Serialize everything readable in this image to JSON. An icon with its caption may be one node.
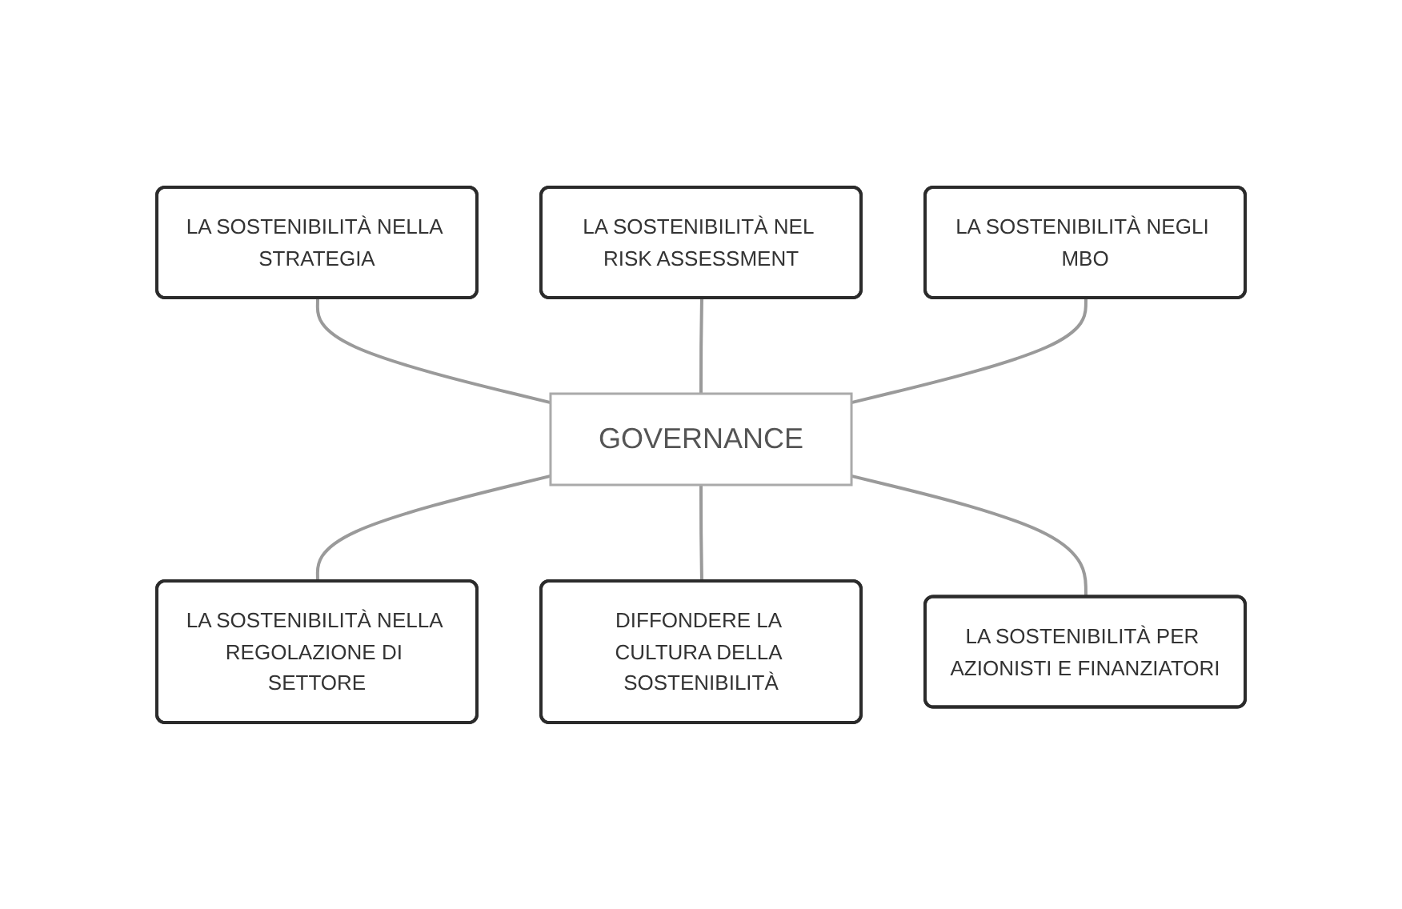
{
  "diagram": {
    "nodes": [
      {
        "text": [
          "LA SOSTENIBILITÀ NELLA STRATEGIA"
        ]
      },
      {
        "text": [
          "LA SOSTENIBILITÀ NEL RISK ASSESSMENT"
        ]
      },
      {
        "text": [
          "LA SOSTENIBILITÀ NEGLI MBO"
        ]
      },
      {
        "text": [
          "GOVERNANCE"
        ]
      },
      {
        "text": [
          "LA SOSTENIBILITÀ NELLA REGOLAZIONE DI SETTORE"
        ]
      },
      {
        "text": [
          "DIFFONDERE LA CULTURA DELLA SOSTENIBILITÀ"
        ]
      },
      {
        "text": [
          "LA SOSTENIBILITÀ PER AZIONISTI E FINANZIATORI"
        ]
      }
    ],
    "edges": [
      {
        "from": 0,
        "to": 3,
        "arrow": "none"
      },
      {
        "from": 1,
        "to": 3,
        "arrow": "none"
      },
      {
        "from": 2,
        "to": 3,
        "arrow": "none"
      },
      {
        "from": 3,
        "to": 4,
        "arrow": "none"
      },
      {
        "from": 3,
        "to": 5,
        "arrow": "none"
      },
      {
        "from": 3,
        "to": 6,
        "arrow": "none"
      }
    ]
  }
}
